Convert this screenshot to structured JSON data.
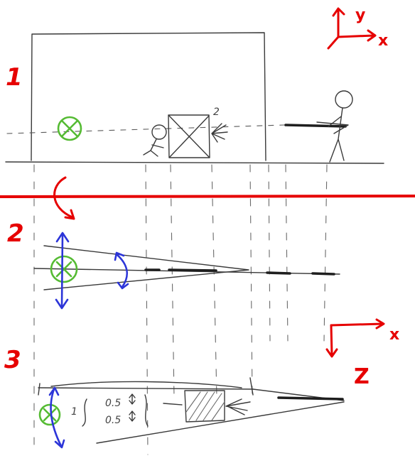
{
  "panels": [
    {
      "label": "1"
    },
    {
      "label": "2"
    },
    {
      "label": "3"
    }
  ],
  "axes_top": {
    "y_label": "y",
    "x_label": "x"
  },
  "axes_bottom": {
    "x_label": "x",
    "z_label": "Z"
  },
  "sketch_notes": {
    "box_number": "2",
    "row_label": "1",
    "mid_values": [
      "0.5",
      "0.5"
    ]
  },
  "colors": {
    "annotation_red": "#e60000",
    "motion_blue": "#2c35d8",
    "target_green": "#55bb33",
    "pencil": "#3a3a3a"
  },
  "icons": [
    "target-circle-icon",
    "stick-figure-standing-icon",
    "stick-figure-crouching-icon",
    "crate-icon",
    "axis-arrows-icon",
    "rotation-arrow-icon"
  ]
}
